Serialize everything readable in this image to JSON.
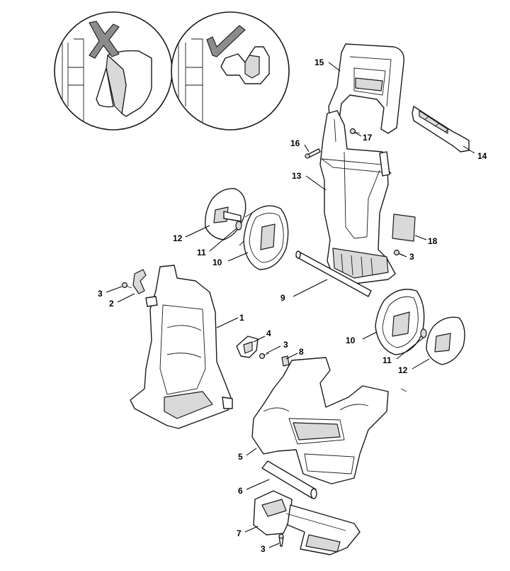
{
  "diagram": {
    "callouts": {
      "c1": "1",
      "c2": "2",
      "c3a": "3",
      "c3b": "3",
      "c3c": "3",
      "c3d": "3",
      "c4": "4",
      "c5": "5",
      "c6": "6",
      "c7": "7",
      "c8": "8",
      "c9": "9",
      "c10a": "10",
      "c10b": "10",
      "c11a": "11",
      "c11b": "11",
      "c12a": "12",
      "c12b": "12",
      "c13": "13",
      "c14": "14",
      "c15": "15",
      "c16": "16",
      "c17": "17",
      "c18": "18"
    },
    "icons": {
      "wrong": "cross-mark-icon",
      "right": "check-mark-icon"
    },
    "colors": {
      "line": "#1a1a1a",
      "fill": "#ffffff",
      "shade": "#d9d9d9",
      "mark": "#808080"
    }
  }
}
